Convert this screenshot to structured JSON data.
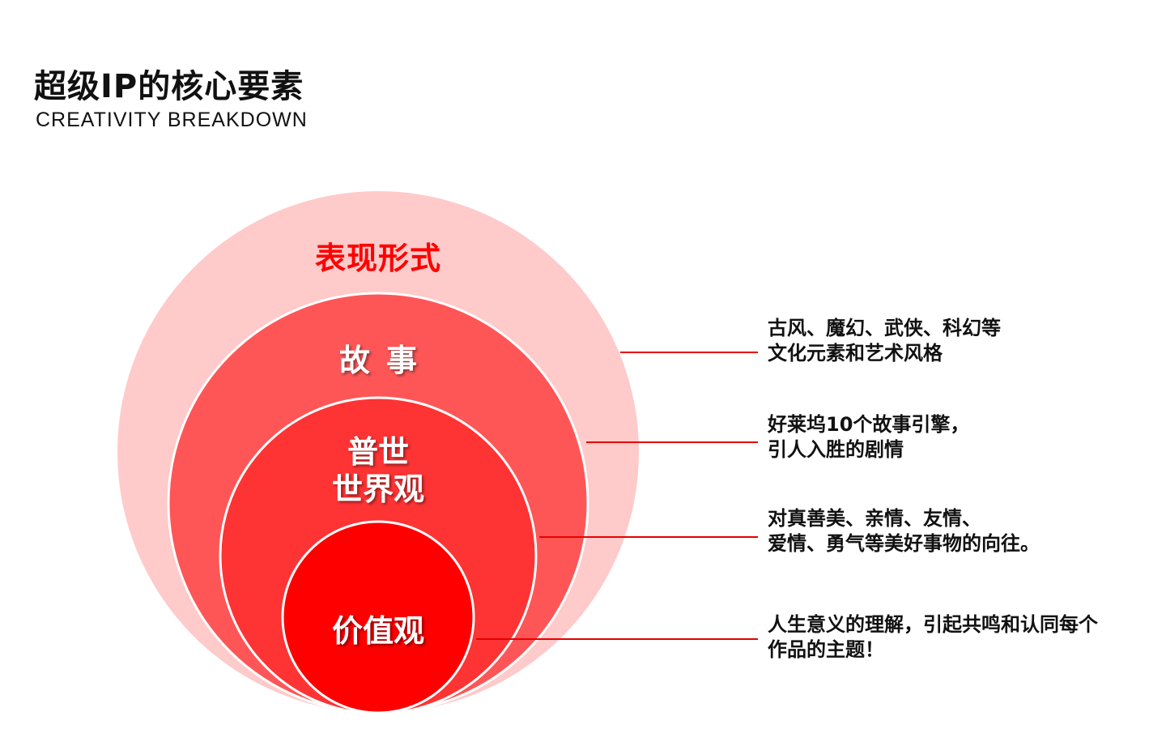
{
  "header": {
    "title": "超级IP的核心要素",
    "subtitle": "CREATIVITY BREAKDOWN"
  },
  "colors": {
    "ring_outer": "#ffcaca",
    "ring_story": "#fe5657",
    "ring_world": "#fe3334",
    "ring_value": "#fe0000",
    "accent_red": "#ff0000",
    "connector": "#e80000"
  },
  "layers": [
    {
      "id": "outer",
      "label": "表现形式",
      "description": [
        "古风、魔幻、武侠、科幻等",
        "文化元素和艺术风格"
      ]
    },
    {
      "id": "story",
      "label": "故事",
      "description": [
        "好莱坞10个故事引擎，",
        "引人入胜的剧情"
      ]
    },
    {
      "id": "world",
      "label_line1": "普世",
      "label_line2": "世界观",
      "description": [
        "对真善美、亲情、友情、",
        "爱情、勇气等美好事物的向往。"
      ]
    },
    {
      "id": "value",
      "label": "价值观",
      "description": [
        "人生意义的理解，引起共鸣和认同每个",
        "作品的主题！"
      ]
    }
  ]
}
